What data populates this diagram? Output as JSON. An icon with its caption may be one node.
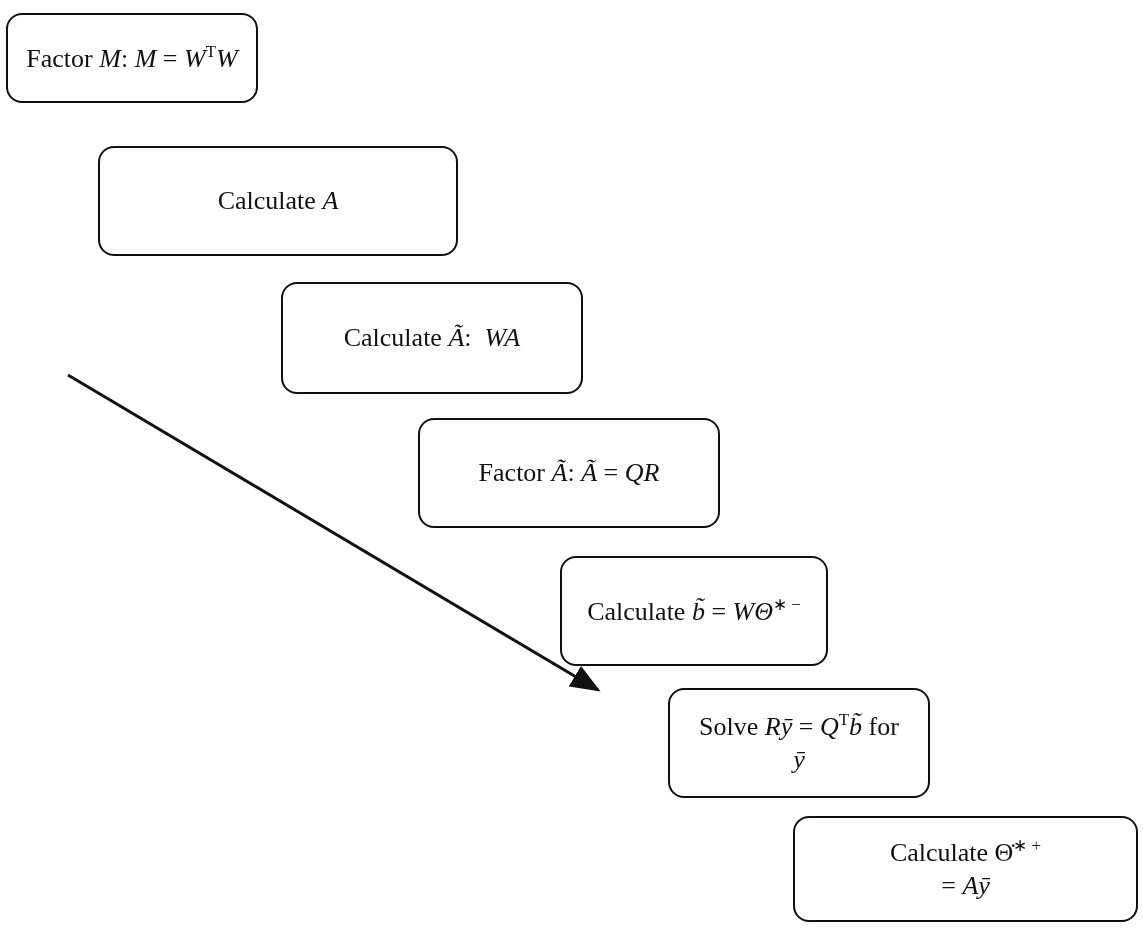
{
  "diagram": {
    "nodes": [
      {
        "text": [
          "Factor *M*: *M* = *W*$^{T}$*W*"
        ]
      },
      {
        "text": [
          "Calculate *A*"
        ]
      },
      {
        "text": [
          "Calculate *Ã*:  *WA*"
        ]
      },
      {
        "text": [
          "Factor *Ã*: *Ã* = *QR*"
        ]
      },
      {
        "text": [
          "Calculate *b̃* = *WΘ̇*$^{∗ −}$"
        ]
      },
      {
        "text": [
          "Solve *Rȳ* = *Q*$^{T}$*b̃* for *ȳ*"
        ]
      },
      {
        "text": [
          "Calculate Θ̇$^{∗ +}$ = *Aȳ*"
        ]
      }
    ]
  }
}
